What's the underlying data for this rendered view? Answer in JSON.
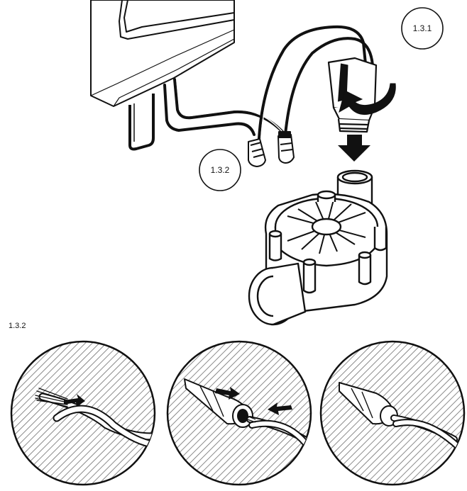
{
  "callouts": {
    "step_131": "1.3.1",
    "step_132_top": "1.3.2"
  },
  "section_label": "1.3.2",
  "colors": {
    "ink": "#111111",
    "paper": "#ffffff",
    "hatch": "#6e6e6e"
  },
  "icons": [
    "controller-box",
    "wire-nut",
    "solenoid",
    "rotate-arrow",
    "down-arrow",
    "valve",
    "push-arrow"
  ]
}
